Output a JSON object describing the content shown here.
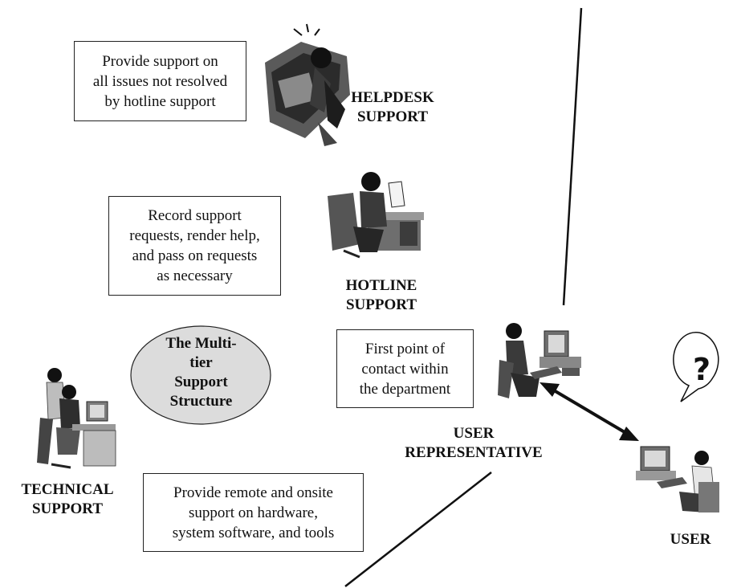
{
  "helpdesk": {
    "box_lines": [
      "Provide support on",
      "all issues not resolved",
      "by hotline support"
    ],
    "label_lines": [
      "HELPDESK",
      "SUPPORT"
    ],
    "icon": "person-at-desk-on-phone-icon"
  },
  "hotline": {
    "box_lines": [
      "Record support",
      "requests, render help,",
      "and pass on requests",
      "as necessary"
    ],
    "label_lines": [
      "HOTLINE",
      "SUPPORT"
    ],
    "icon": "person-on-phone-at-desk-icon"
  },
  "center": {
    "lines": [
      "The Multi-",
      "tier",
      "Support",
      "Structure"
    ],
    "fill": "#dcdcdc"
  },
  "user_rep": {
    "box_lines": [
      "First point of",
      "contact within",
      "the department"
    ],
    "label_lines": [
      "USER",
      "REPRESENTATIVE"
    ],
    "icon": "person-at-computer-icon"
  },
  "technical": {
    "box_lines": [
      "Provide remote and onsite",
      "support on hardware,",
      "system software, and tools"
    ],
    "label_lines": [
      "TECHNICAL",
      "SUPPORT"
    ],
    "icon": "two-people-at-computer-icon"
  },
  "user": {
    "label_lines": [
      "USER"
    ],
    "bubble_symbol": "?",
    "icon": "confused-user-at-computer-icon"
  }
}
